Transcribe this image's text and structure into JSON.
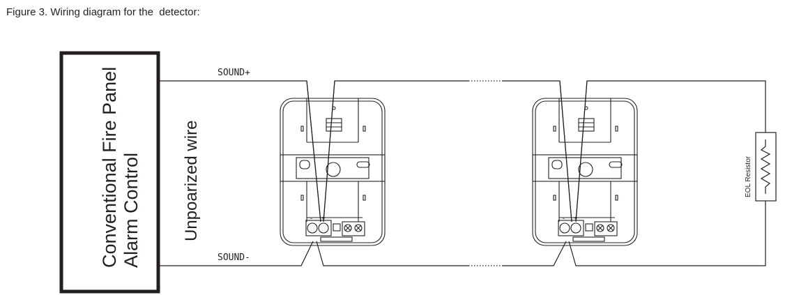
{
  "caption": "Figure 3. Wiring diagram for the  detector:",
  "panel": {
    "line1": "Conventional  Fire  Panel",
    "line2": "Alarm Control"
  },
  "wire_type": "Unpoarized  wire",
  "labels": {
    "sound_plus": "SOUND+",
    "sound_minus": "SOUND-",
    "eol_resistor": "EOL Resistor",
    "terminal_minus": "-",
    "terminal_plus": "+"
  },
  "colors": {
    "ink": "#231f20",
    "background": "#ffffff"
  }
}
